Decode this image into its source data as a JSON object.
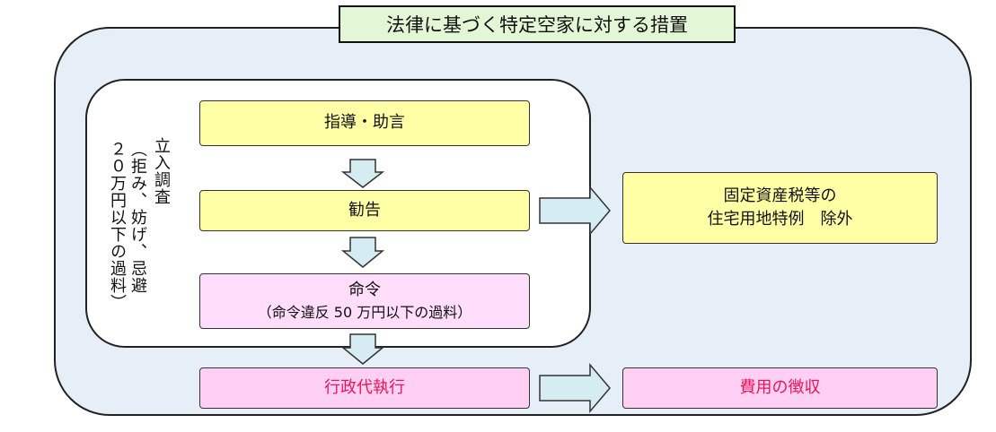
{
  "title": "法律に基づく特定空家に対する措置",
  "inspection": {
    "label": "立入調査",
    "note": "（拒み、妨げ、忌避",
    "note2": "２０万円以下の過料）"
  },
  "steps": {
    "guidance": "指導・助言",
    "recommendation": "勧告",
    "order": "命令",
    "order_note": "（命令違反 50 万円以下の過料）",
    "execution": "行政代執行"
  },
  "outcomes": {
    "tax_line1": "固定資産税等の",
    "tax_line2": "住宅用地特例　除外",
    "cost": "費用の徴収"
  },
  "colors": {
    "outer_background": "#e6eef8",
    "title_background": "#e3f7d7",
    "yellow": "#ffffa6",
    "pink": "#ffddfb",
    "arrow_fill": "#d4ecf2",
    "execution_text": "#e8155a"
  }
}
